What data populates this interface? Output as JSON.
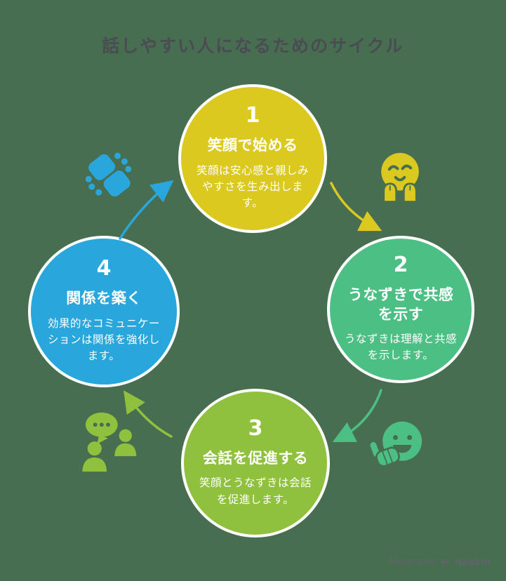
{
  "page": {
    "title": "話しやすい人になるためのサイクル",
    "title_color": "#4B4B54",
    "background_color": "#476E50"
  },
  "cycle": {
    "type": "cycle-diagram",
    "direction": "clockwise",
    "steps": [
      {
        "number": "1",
        "title": "笑顔で始める",
        "description": "笑顔は安心感と親しみやすさを生み出します。",
        "color": "#DCC91F",
        "position": "top"
      },
      {
        "number": "2",
        "title": "うなずきで共感を示す",
        "description": "うなずきは理解と共感を示します。",
        "color": "#4CBF84",
        "position": "right"
      },
      {
        "number": "3",
        "title": "会話を促進する",
        "description": "笑顔とうなずきは会話を促進します。",
        "color": "#8FC03E",
        "position": "bottom"
      },
      {
        "number": "4",
        "title": "関係を築く",
        "description": "効果的なコミュニケーションは関係を強化します。",
        "color": "#29A7DD",
        "position": "left"
      }
    ],
    "transitions": [
      {
        "from": "1",
        "to": "2",
        "arrow_color": "#DCC91F",
        "icon": "hugging-face-icon",
        "icon_color": "#DCC91F",
        "corner": "top-right"
      },
      {
        "from": "2",
        "to": "3",
        "arrow_color": "#4CBF84",
        "icon": "thumbs-up-face-icon",
        "icon_color": "#4CBF84",
        "corner": "bottom-right"
      },
      {
        "from": "3",
        "to": "4",
        "arrow_color": "#8FC03E",
        "icon": "conversation-icon",
        "icon_color": "#8FC03E",
        "corner": "bottom-left"
      },
      {
        "from": "4",
        "to": "1",
        "arrow_color": "#29A7DD",
        "icon": "handshake-icon",
        "icon_color": "#29A7DD",
        "corner": "top-left"
      }
    ]
  },
  "watermark": {
    "prefix": "Made with",
    "brand": "Napkin",
    "logo": "napkin-logo-icon",
    "color": "#63636B"
  }
}
